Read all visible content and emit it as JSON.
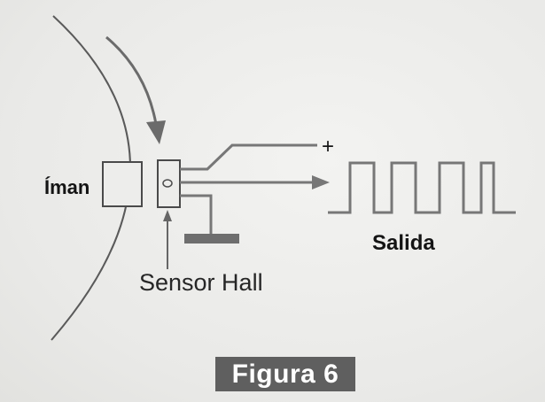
{
  "diagram": {
    "labels": {
      "magnet": "Íman",
      "plus": "+",
      "output": "Salida",
      "sensor": "Sensor Hall"
    },
    "caption": "Figura 6"
  }
}
